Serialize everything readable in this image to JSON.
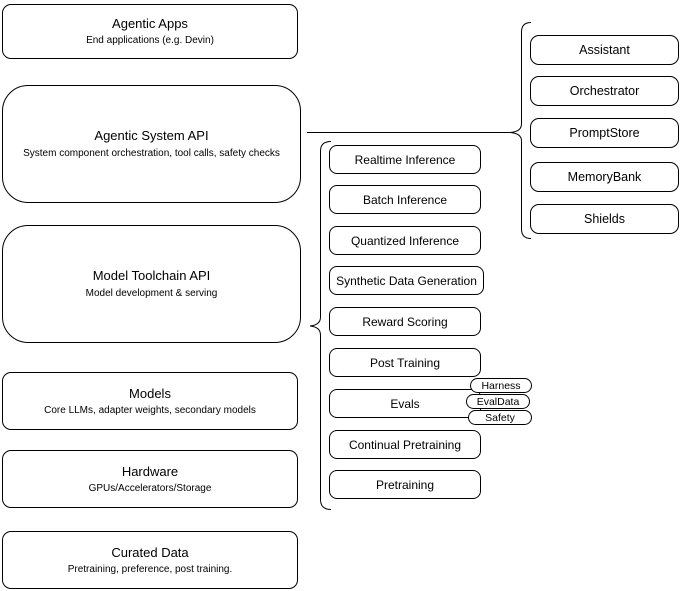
{
  "stack": {
    "boxes": [
      {
        "title": "Agentic Apps",
        "subtitle": "End applications (e.g. Devin)"
      },
      {
        "title": "Agentic System API",
        "subtitle": "System component orchestration, tool calls, safety checks"
      },
      {
        "title": "Model Toolchain API",
        "subtitle": "Model development & serving"
      },
      {
        "title": "Models",
        "subtitle": "Core LLMs, adapter weights, secondary models"
      },
      {
        "title": "Hardware",
        "subtitle": "GPUs/Accelerators/Storage"
      },
      {
        "title": "Curated Data",
        "subtitle": "Pretraining, preference, post training."
      }
    ]
  },
  "toolchain_items": [
    "Realtime Inference",
    "Batch Inference",
    "Quantized Inference",
    "Synthetic Data Generation",
    "Reward Scoring",
    "Post Training",
    "Evals",
    "Continual Pretraining",
    "Pretraining"
  ],
  "eval_badges": [
    "Harness",
    "EvalData",
    "Safety"
  ],
  "system_components": [
    "Assistant",
    "Orchestrator",
    "PromptStore",
    "MemoryBank",
    "Shields"
  ],
  "colors": {
    "stroke": "#000000",
    "fill": "#ffffff",
    "text": "#000000",
    "background": "#ffffff"
  }
}
